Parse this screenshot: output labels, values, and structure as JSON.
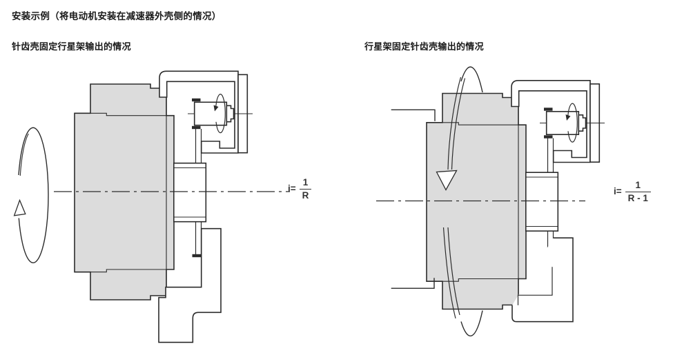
{
  "title": "安装示例（将电动机安装在减速器外壳侧的情况）",
  "left_diagram": {
    "caption": "针齿壳固定行星架输出的情况",
    "formula": {
      "lhs": "i=",
      "numerator": "1",
      "denominator": "R"
    }
  },
  "right_diagram": {
    "caption": "行星架固定针齿壳输出的情况",
    "formula": {
      "lhs": "i=",
      "numerator": "1",
      "denominator": "R - 1"
    }
  },
  "colors": {
    "line": "#2b2b2b",
    "body_fill": "#dcdcdc",
    "text": "#1a1a1a",
    "background": "#ffffff"
  }
}
